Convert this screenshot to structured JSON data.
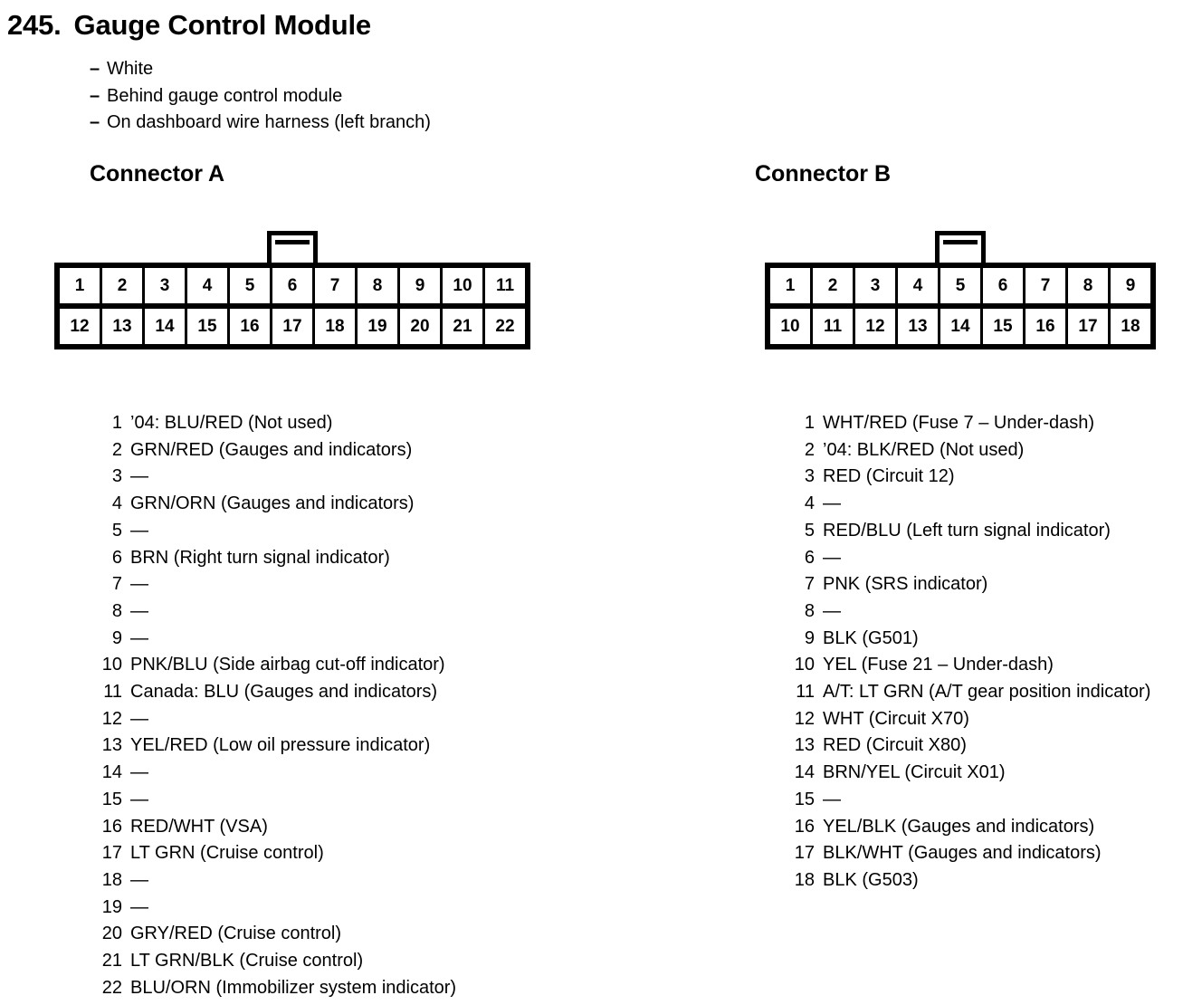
{
  "header": {
    "section_number": "245.",
    "title": "Gauge Control Module",
    "notes": [
      "White",
      "Behind gauge control module",
      "On dashboard wire harness (left branch)"
    ],
    "note_dash": "–"
  },
  "connectors": [
    {
      "id": "a",
      "heading": "Connector A",
      "diagram": {
        "columns": 11,
        "tab_over_column": 6,
        "top_row_pins": [
          "1",
          "2",
          "3",
          "4",
          "5",
          "6",
          "7",
          "8",
          "9",
          "10",
          "11"
        ],
        "bottom_row_pins": [
          "12",
          "13",
          "14",
          "15",
          "16",
          "17",
          "18",
          "19",
          "20",
          "21",
          "22"
        ]
      },
      "pins": [
        {
          "no": "1",
          "desc": "’04: BLU/RED (Not used)"
        },
        {
          "no": "2",
          "desc": "GRN/RED (Gauges and indicators)"
        },
        {
          "no": "3",
          "desc": "—"
        },
        {
          "no": "4",
          "desc": "GRN/ORN (Gauges and indicators)"
        },
        {
          "no": "5",
          "desc": "—"
        },
        {
          "no": "6",
          "desc": "BRN (Right turn signal indicator)"
        },
        {
          "no": "7",
          "desc": "—"
        },
        {
          "no": "8",
          "desc": "—"
        },
        {
          "no": "9",
          "desc": "—"
        },
        {
          "no": "10",
          "desc": "PNK/BLU (Side airbag cut-off indicator)"
        },
        {
          "no": "11",
          "desc": "Canada: BLU (Gauges and indicators)"
        },
        {
          "no": "12",
          "desc": "—"
        },
        {
          "no": "13",
          "desc": "YEL/RED (Low oil pressure indicator)"
        },
        {
          "no": "14",
          "desc": "—"
        },
        {
          "no": "15",
          "desc": "—"
        },
        {
          "no": "16",
          "desc": "RED/WHT (VSA)"
        },
        {
          "no": "17",
          "desc": "LT GRN (Cruise control)"
        },
        {
          "no": "18",
          "desc": "—"
        },
        {
          "no": "19",
          "desc": "—"
        },
        {
          "no": "20",
          "desc": "GRY/RED (Cruise control)"
        },
        {
          "no": "21",
          "desc": "LT GRN/BLK (Cruise control)"
        },
        {
          "no": "22",
          "desc": "BLU/ORN (Immobilizer system indicator)"
        }
      ]
    },
    {
      "id": "b",
      "heading": "Connector B",
      "diagram": {
        "columns": 9,
        "tab_over_column": 5,
        "top_row_pins": [
          "1",
          "2",
          "3",
          "4",
          "5",
          "6",
          "7",
          "8",
          "9"
        ],
        "bottom_row_pins": [
          "10",
          "11",
          "12",
          "13",
          "14",
          "15",
          "16",
          "17",
          "18"
        ]
      },
      "pins": [
        {
          "no": "1",
          "desc": "WHT/RED (Fuse 7 – Under-dash)"
        },
        {
          "no": "2",
          "desc": "’04: BLK/RED (Not used)"
        },
        {
          "no": "3",
          "desc": "RED (Circuit 12)"
        },
        {
          "no": "4",
          "desc": "—"
        },
        {
          "no": "5",
          "desc": "RED/BLU (Left turn signal indicator)"
        },
        {
          "no": "6",
          "desc": "—"
        },
        {
          "no": "7",
          "desc": "PNK (SRS indicator)"
        },
        {
          "no": "8",
          "desc": "—"
        },
        {
          "no": "9",
          "desc": "BLK (G501)"
        },
        {
          "no": "10",
          "desc": "YEL (Fuse 21 – Under-dash)"
        },
        {
          "no": "11",
          "desc": "A/T: LT GRN (A/T gear position indicator)"
        },
        {
          "no": "12",
          "desc": "WHT (Circuit X70)"
        },
        {
          "no": "13",
          "desc": "RED (Circuit X80)"
        },
        {
          "no": "14",
          "desc": "BRN/YEL (Circuit X01)"
        },
        {
          "no": "15",
          "desc": "—"
        },
        {
          "no": "16",
          "desc": "YEL/BLK (Gauges and indicators)"
        },
        {
          "no": "17",
          "desc": "BLK/WHT (Gauges and indicators)"
        },
        {
          "no": "18",
          "desc": "BLK (G503)"
        }
      ]
    }
  ],
  "colors": {
    "ink": "#000000",
    "paper": "#ffffff"
  }
}
